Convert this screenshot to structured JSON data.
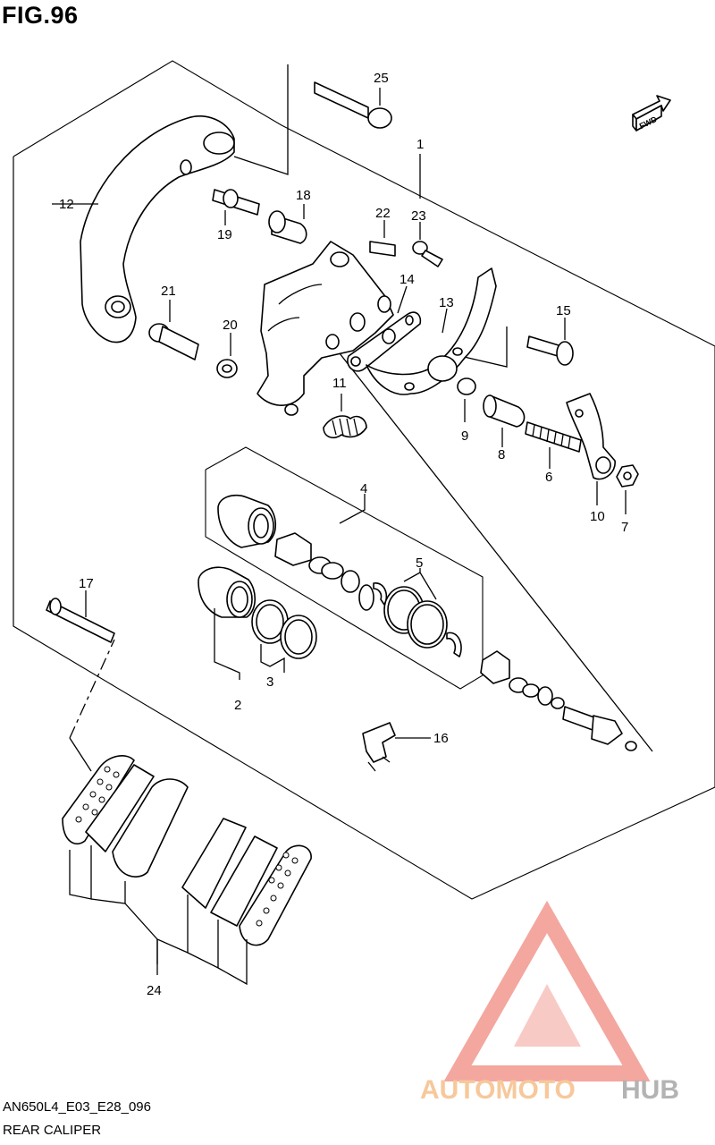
{
  "figure": {
    "title": "FIG.96",
    "code": "AN650L4_E03_E28_096",
    "name": "REAR CALIPER"
  },
  "direction_label": "FWD",
  "callouts": {
    "c1": "1",
    "c2": "2",
    "c3": "3",
    "c4": "4",
    "c5": "5",
    "c6": "6",
    "c7": "7",
    "c8": "8",
    "c9": "9",
    "c10": "10",
    "c11": "11",
    "c12": "12",
    "c13": "13",
    "c14": "14",
    "c15": "15",
    "c16": "16",
    "c17": "17",
    "c18": "18",
    "c19": "19",
    "c20": "20",
    "c21": "21",
    "c22": "22",
    "c23": "23",
    "c24": "24",
    "c25": "25"
  },
  "watermark": {
    "part1": "AUTOMOTO",
    "part2": "HUB",
    "logo_color": "#f08a80",
    "text_color": "#f5b67a",
    "hub_color": "#9a9a9a"
  }
}
